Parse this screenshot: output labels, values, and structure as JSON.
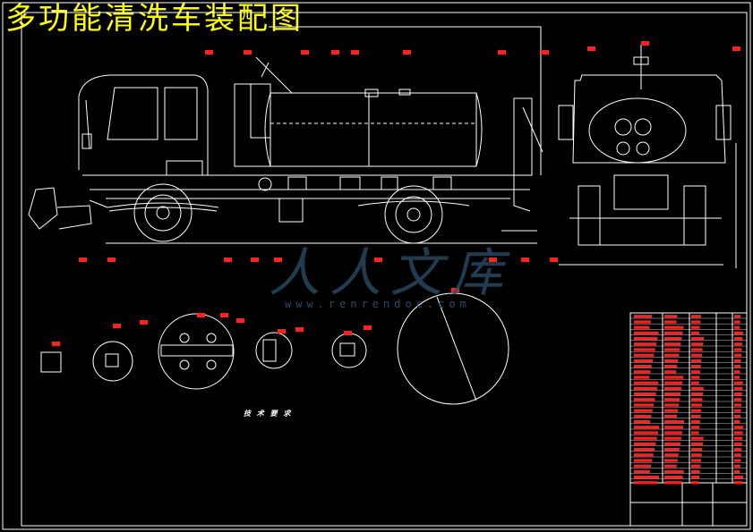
{
  "drawing": {
    "title": "多功能清洗车装配图",
    "watermark_text": "人人文库",
    "watermark_url": "www.renrendoc.com"
  },
  "technical_requirements": {
    "heading": "技 术 要 求",
    "items": [
      "",
      "",
      "",
      "",
      ""
    ]
  },
  "colors": {
    "background": "#000000",
    "lines": "#ffffff",
    "title": "#ffff00",
    "callouts": "#ff2020",
    "watermark": "#2a4b63"
  }
}
